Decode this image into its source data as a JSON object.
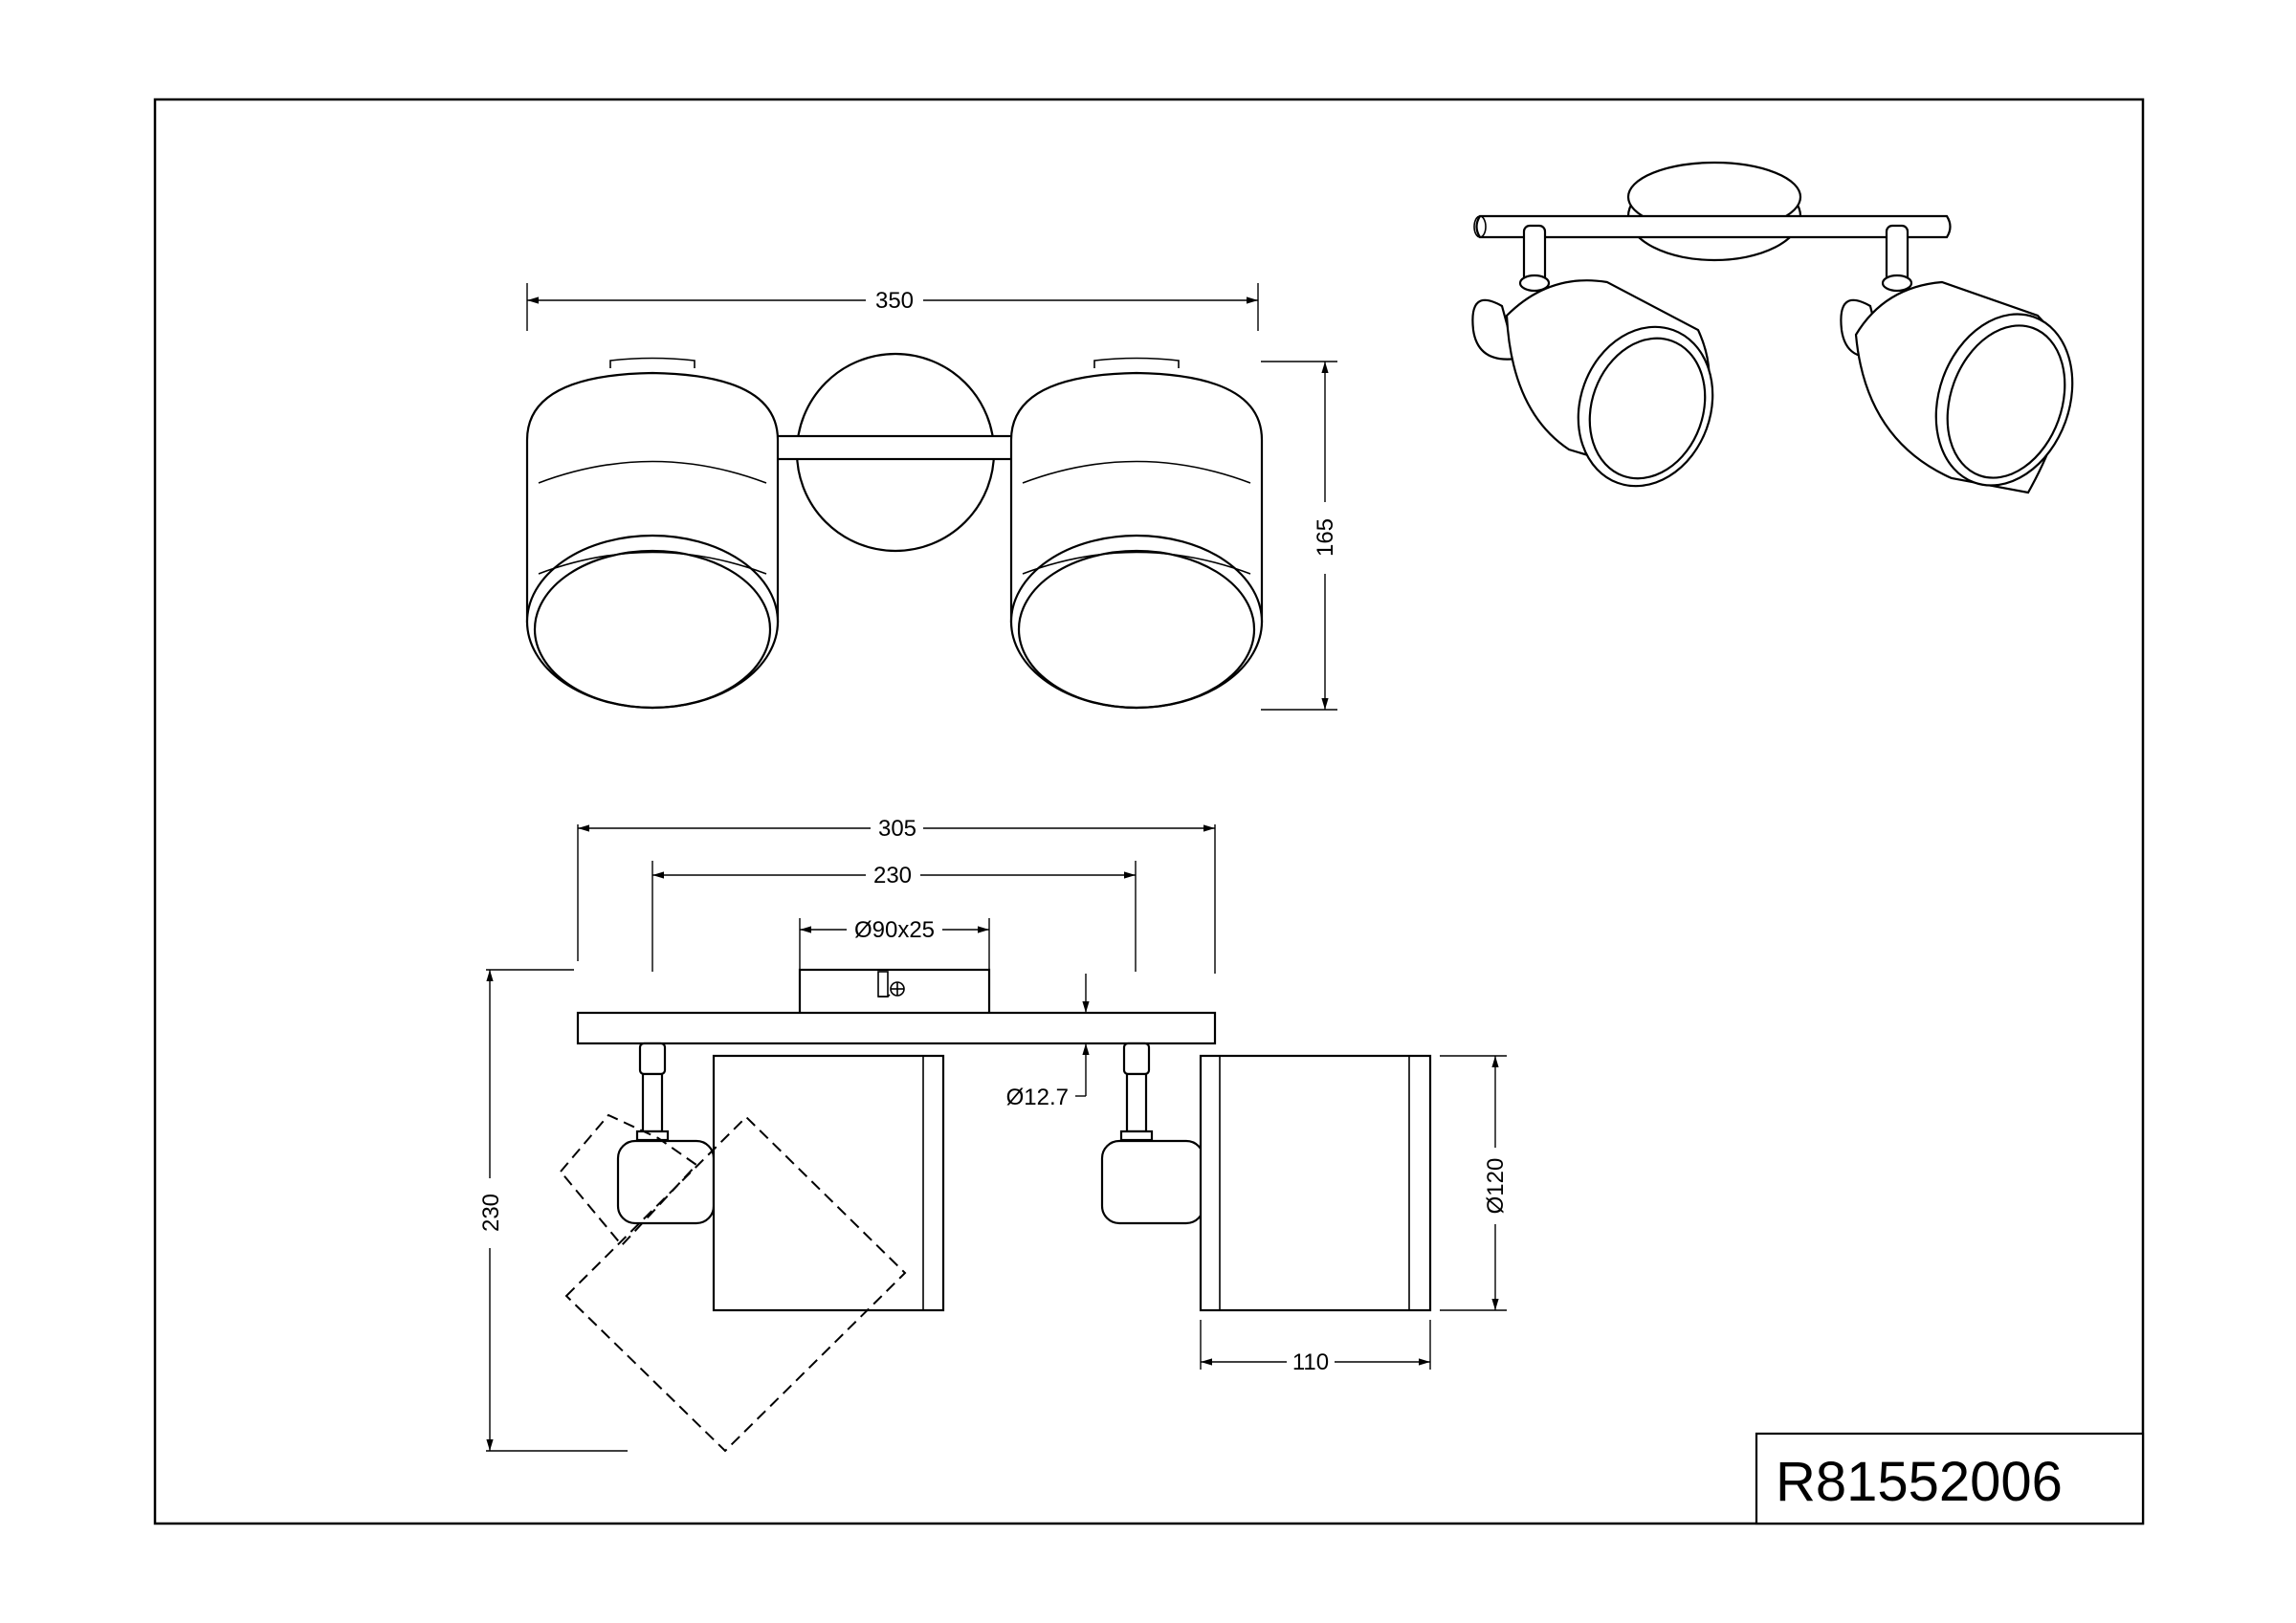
{
  "drawing": {
    "product_code": "R81552006",
    "dimensions": {
      "front_width": "350",
      "front_height": "165",
      "total_width": "305",
      "mount_spacing": "230",
      "canopy_size": "Ø90x25",
      "rod_diameter": "Ø12.7",
      "total_height": "230",
      "shade_diameter": "Ø120",
      "shade_depth": "110"
    }
  }
}
